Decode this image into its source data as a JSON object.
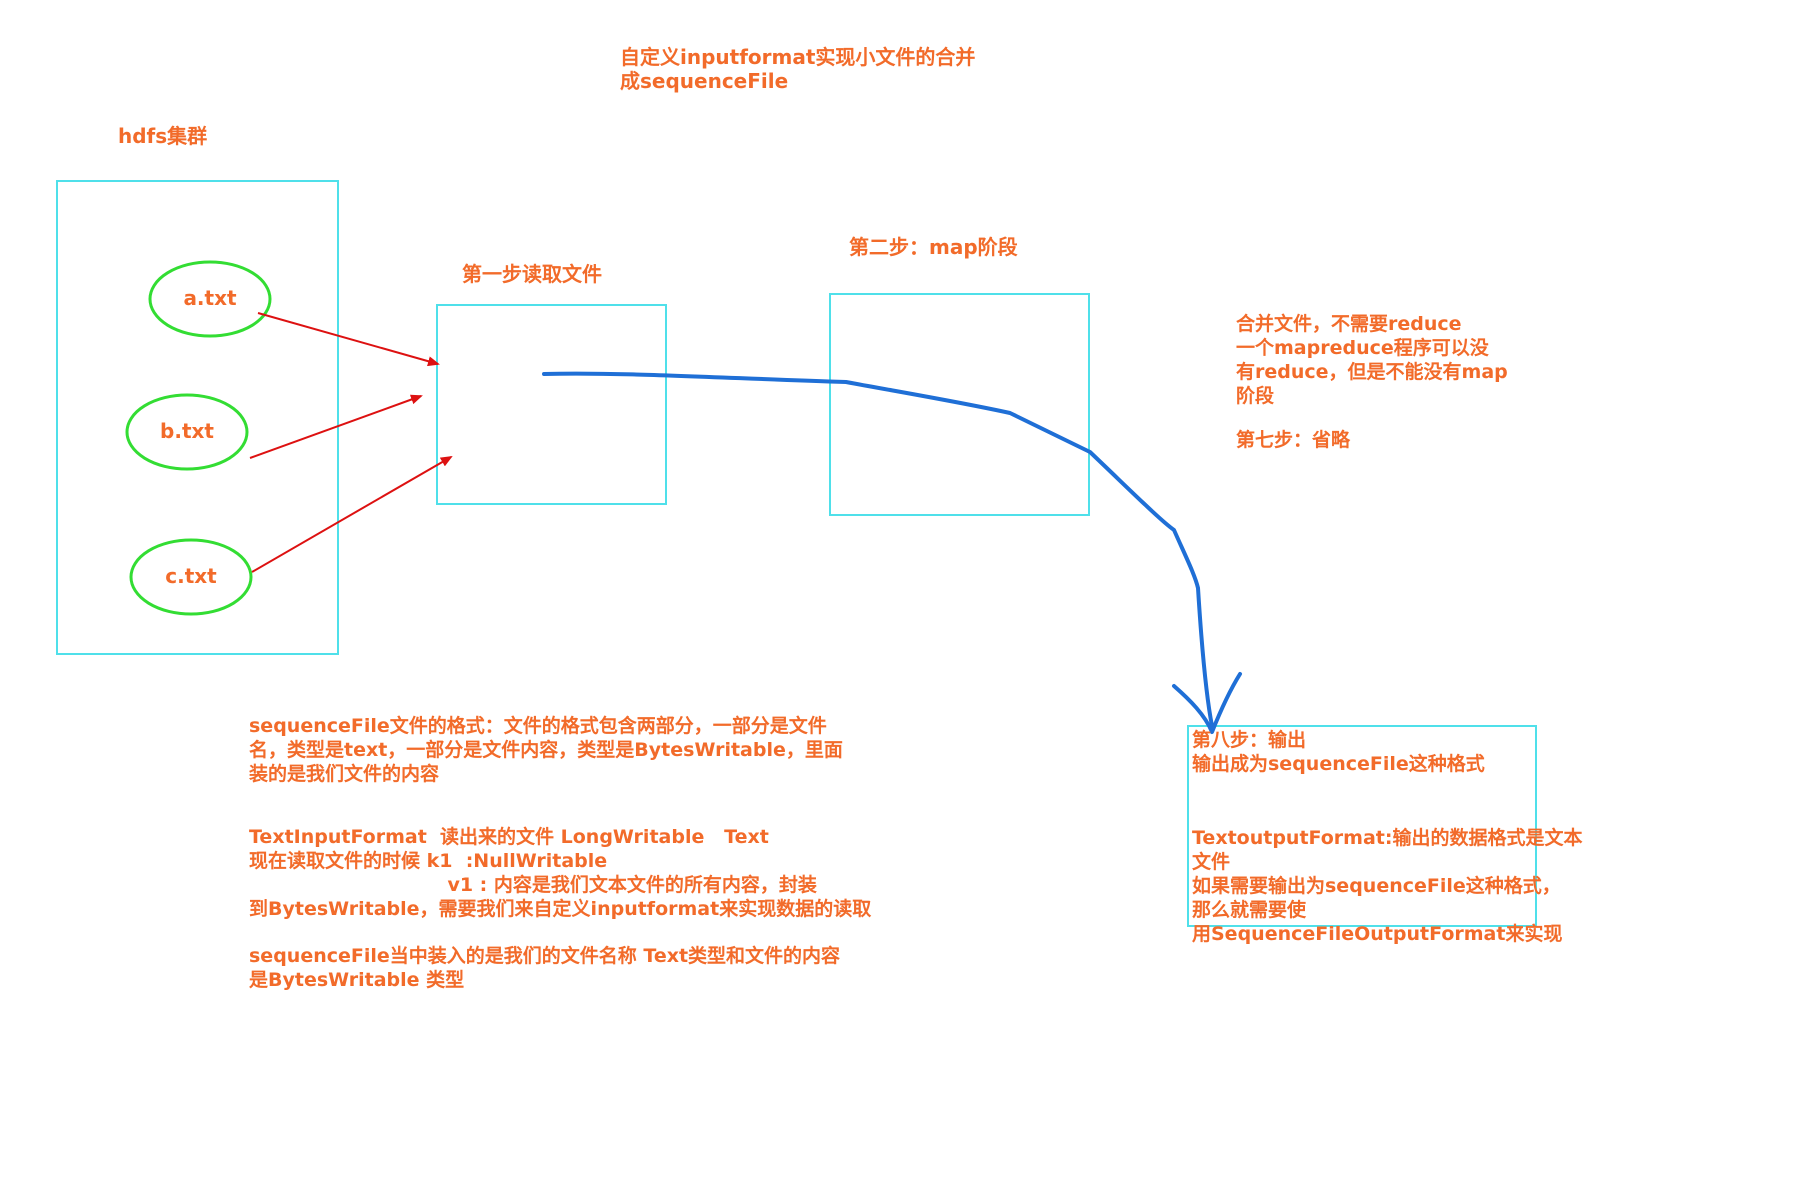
{
  "title": {
    "line1": "自定义inputformat实现小文件的合并",
    "line2": "成sequenceFile"
  },
  "cluster": {
    "label": "hdfs集群",
    "files": [
      "a.txt",
      "b.txt",
      "c.txt"
    ]
  },
  "steps": {
    "step1": "第一步读取文件",
    "step2": "第二步：map阶段"
  },
  "notes": {
    "merge": [
      "合并文件，不需要reduce",
      "一个mapreduce程序可以没",
      "有reduce，但是不能没有map",
      "阶段"
    ],
    "step7": "第七步：省略",
    "sequence_format": [
      "sequenceFile文件的格式：文件的格式包含两部分，一部分是文件",
      "名，类型是text，一部分是文件内容，类型是BytesWritable，里面",
      "装的是我们文件的内容"
    ],
    "text_input": [
      "TextInputFormat  读出来的文件 LongWritable   Text",
      "现在读取文件的时候 k1  :NullWritable",
      "                              v1 : 内容是我们文本文件的所有内容，封装",
      "到BytesWritable，需要我们来自定义inputformat来实现数据的读取"
    ],
    "sequence_content": [
      "sequenceFile当中装入的是我们的文件名称 Text类型和文件的内容",
      "是BytesWritable 类型"
    ]
  },
  "output": {
    "lines": [
      "第八步：输出",
      "输出成为sequenceFile这种格式"
    ],
    "extra": [
      "TextoutputFormat:输出的数据格式是文本",
      "文件",
      "如果需要输出为sequenceFile这种格式，",
      "那么就需要使",
      "用SequenceFileOutputFormat来实现"
    ]
  },
  "colors": {
    "text": "#f26b2a",
    "box": "#4fe0ea",
    "ellipse": "#33dd33",
    "red_arrow": "#dd1111",
    "blue_flow": "#1f6fd6"
  }
}
